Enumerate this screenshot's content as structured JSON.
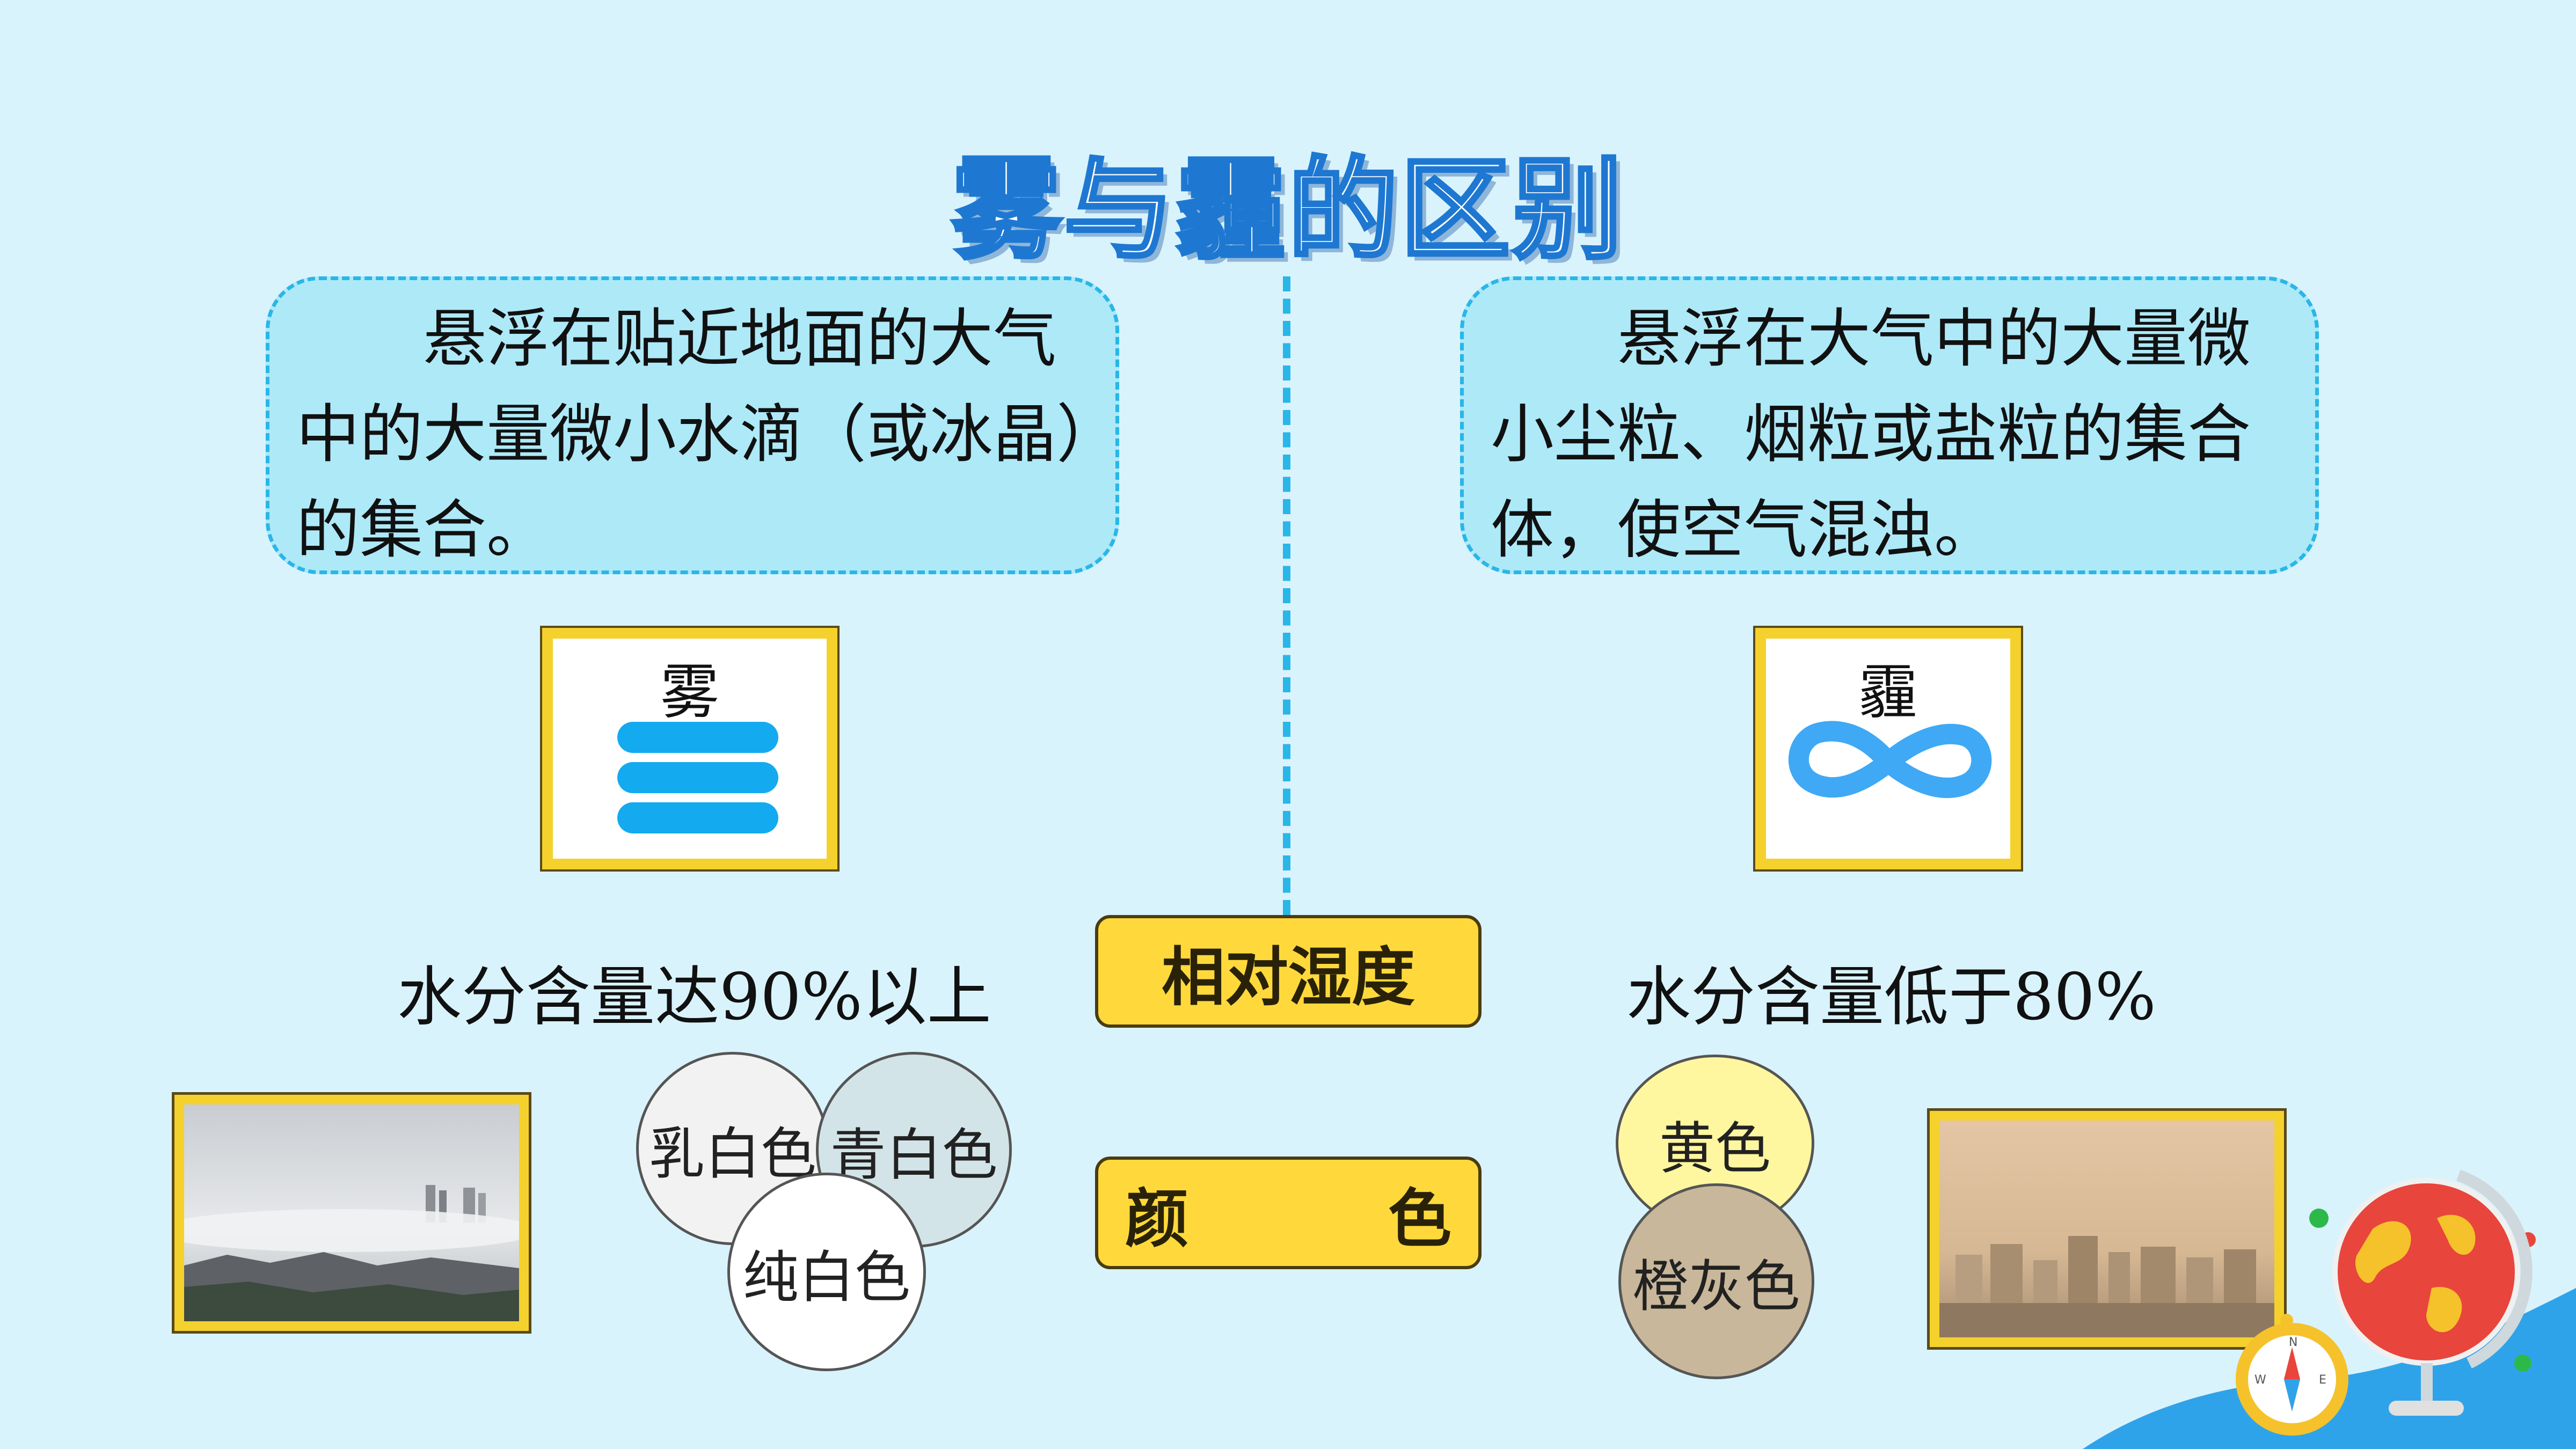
{
  "title": "雾与霾的区别",
  "fog": {
    "definition": "悬浮在贴近地面的大气中的大量微小水滴（或冰晶）的集合。",
    "symbol_label": "雾",
    "symbol_icon": "fog-symbol-icon",
    "moisture": "水分含量达90%以上",
    "colors": [
      "乳白色",
      "青白色",
      "纯白色"
    ],
    "color_fills": [
      "#f2f2f2",
      "#d3e4e8",
      "#ffffff"
    ]
  },
  "haze": {
    "definition": "悬浮在大气中的大量微小尘粒、烟粒或盐粒的集合体，使空气混浊。",
    "symbol_label": "霾",
    "symbol_icon": "haze-symbol-icon",
    "moisture": "水分含量低于80%",
    "colors": [
      "黄色",
      "橙灰色"
    ],
    "color_fills": [
      "#fff7a0",
      "#c8b79a"
    ]
  },
  "center": {
    "humidity_label": "相对湿度",
    "color_label_left": "颜",
    "color_label_right": "色"
  },
  "accent_colors": {
    "title_stroke": "#1e78d2",
    "box_fill": "#aee9f8",
    "dash": "#29b6e8",
    "frame": "#f5d12e",
    "button": "#ffd93b"
  }
}
